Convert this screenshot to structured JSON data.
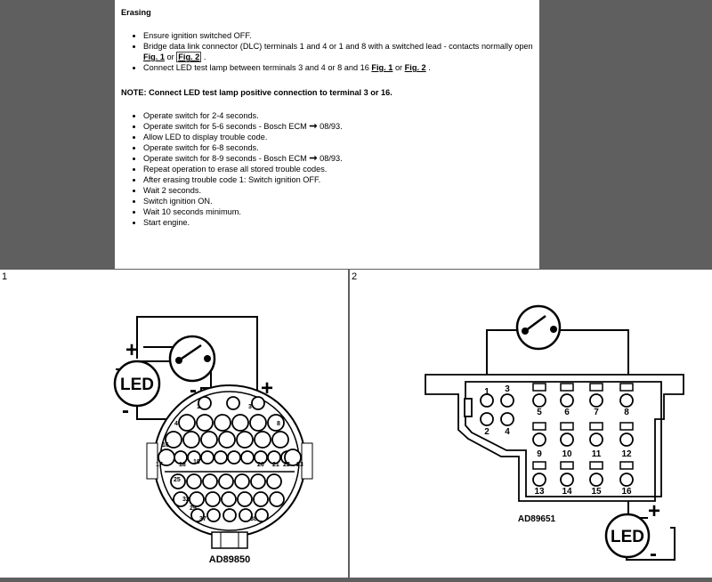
{
  "erasing": {
    "title": "Erasing",
    "steps": [
      {
        "text": "Ensure ignition switched OFF."
      },
      {
        "pre": "Bridge data link connector (DLC) terminals 1 and 4 or 1 and 8 with a switched lead - contacts normally open ",
        "link1": "Fig. 1",
        "mid": " or ",
        "link2": "Fig. 2",
        "post": " ."
      },
      {
        "pre": "Connect LED test lamp between terminals 3 and 4 or 8 and 16 ",
        "link1": "Fig. 1",
        "mid": " or ",
        "link2": "Fig. 2",
        "post": " ."
      }
    ],
    "note": "NOTE: Connect LED test lamp positive connection to terminal 3 or 16.",
    "ops": [
      {
        "text": "Operate switch for 2-4 seconds."
      },
      {
        "pre": "Operate switch for 5-6 seconds - Bosch ECM ",
        "post": " 08/93."
      },
      {
        "text": "Allow LED to display trouble code."
      },
      {
        "text": "Operate switch for 6-8 seconds."
      },
      {
        "pre": "Operate switch for 8-9 seconds - Bosch ECM ",
        "post": " 08/93."
      },
      {
        "text": "Repeat operation to erase all stored trouble codes."
      },
      {
        "text": "After erasing trouble code 1: Switch ignition OFF."
      },
      {
        "text": "Wait 2 seconds."
      },
      {
        "text": "Switch ignition ON."
      },
      {
        "text": "Wait 10 seconds minimum."
      },
      {
        "text": "Start engine."
      }
    ]
  },
  "fig1": {
    "number": "1",
    "led_label": "LED",
    "plus": "+",
    "minus": "-",
    "pin_labels": [
      "1",
      "3",
      "4",
      "8",
      "16",
      "17",
      "18",
      "19",
      "20",
      "21",
      "22",
      "23",
      "25",
      "29",
      "32",
      "37",
      "38"
    ],
    "code": "AD89850"
  },
  "fig2": {
    "number": "2",
    "pin_labels": [
      "1",
      "3",
      "2",
      "4",
      "5",
      "6",
      "7",
      "8",
      "9",
      "10",
      "11",
      "12",
      "13",
      "14",
      "15",
      "16"
    ],
    "led_label": "LED",
    "plus": "+",
    "minus": "-",
    "code": "AD89651"
  },
  "colors": {
    "background": "#5f5f5f",
    "panel": "#ffffff",
    "ink": "#000000"
  },
  "icons": [
    "arrow-right-icon",
    "switch-icon",
    "led-lamp-icon"
  ]
}
